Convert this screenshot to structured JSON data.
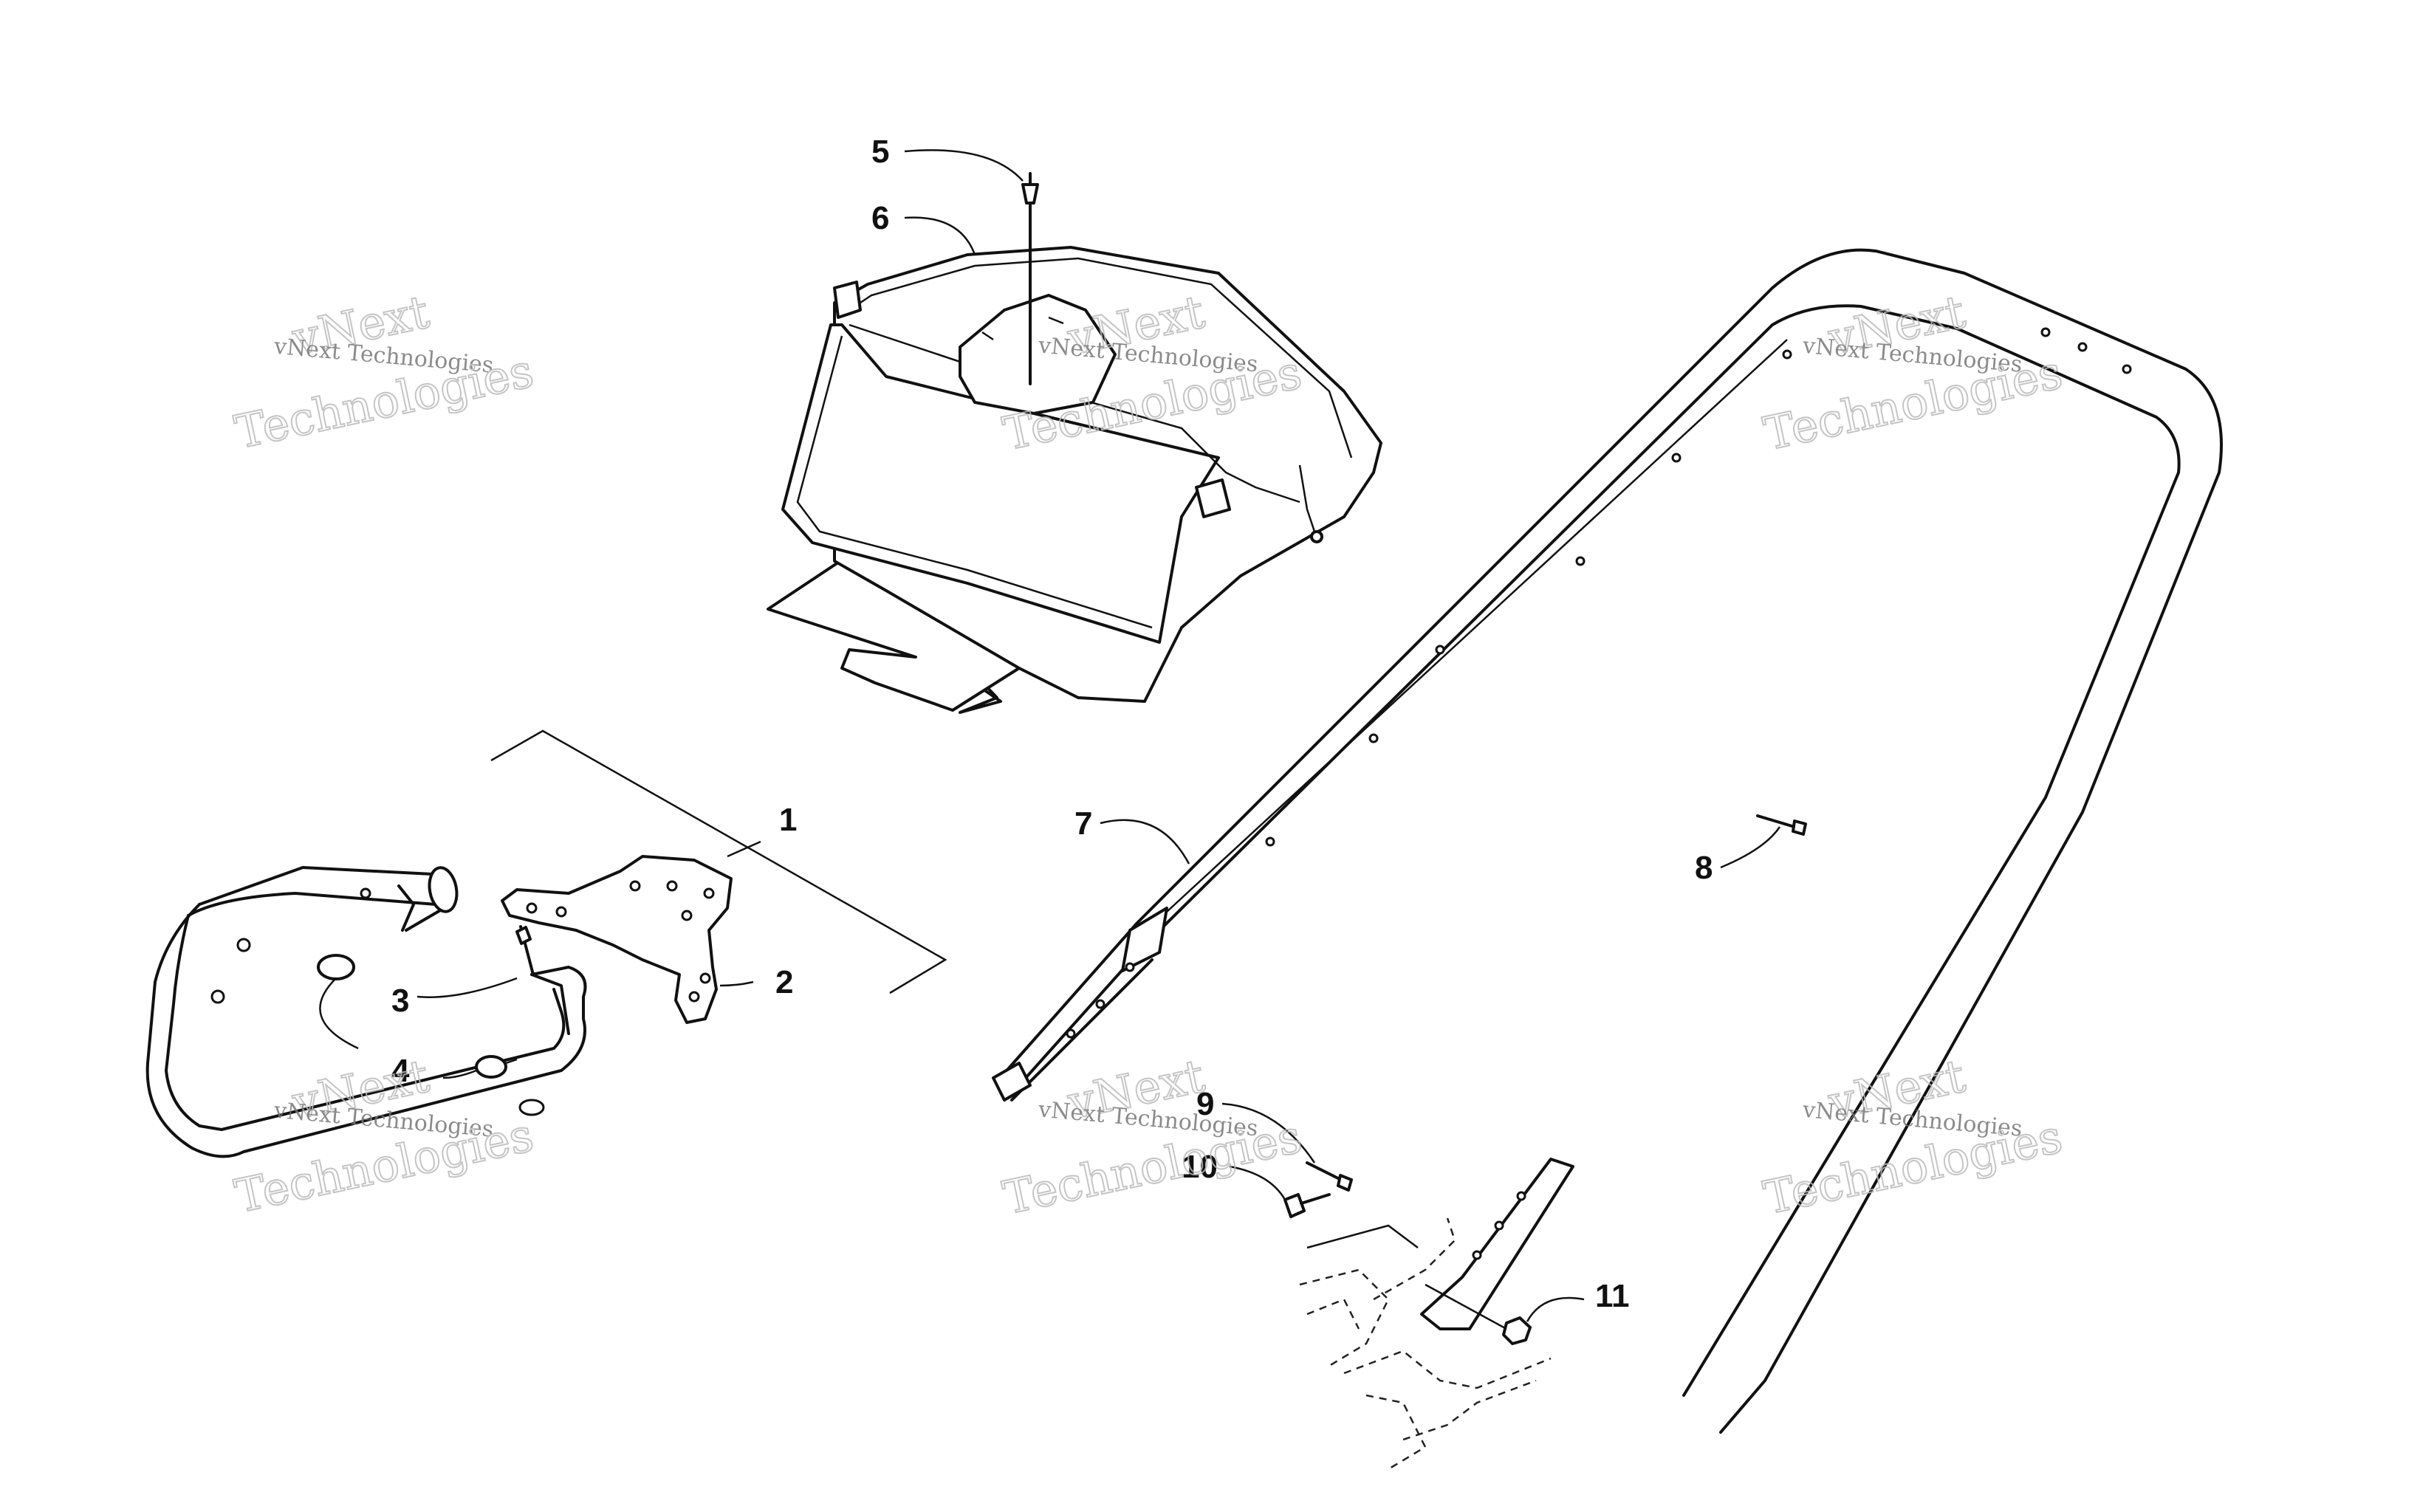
{
  "diagram": {
    "callouts": [
      {
        "id": "c1",
        "label": "1"
      },
      {
        "id": "c2",
        "label": "2"
      },
      {
        "id": "c3",
        "label": "3"
      },
      {
        "id": "c4",
        "label": "4"
      },
      {
        "id": "c5",
        "label": "5"
      },
      {
        "id": "c6",
        "label": "6"
      },
      {
        "id": "c7",
        "label": "7"
      },
      {
        "id": "c8",
        "label": "8"
      },
      {
        "id": "c9",
        "label": "9"
      },
      {
        "id": "c10",
        "label": "10"
      },
      {
        "id": "c11",
        "label": "11"
      }
    ]
  },
  "watermark": {
    "line_small": "vNext Technologies",
    "line_top": "vNext",
    "line_bottom": "Technologies"
  }
}
